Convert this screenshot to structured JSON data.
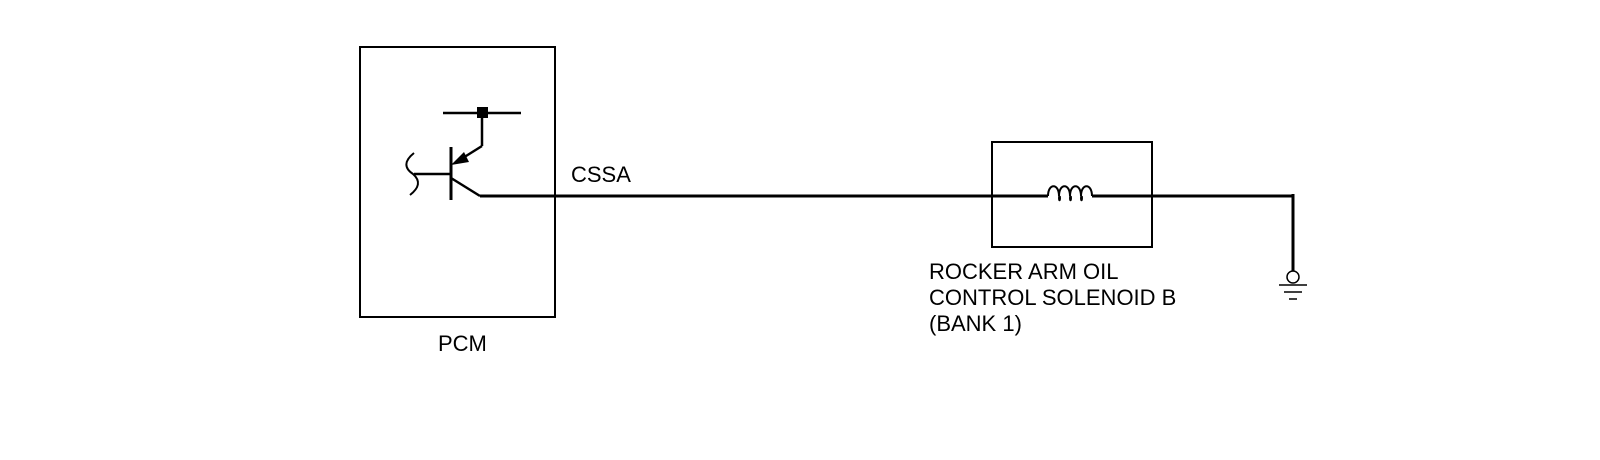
{
  "diagram": {
    "pcm": {
      "label": "PCM"
    },
    "wire": {
      "label": "CSSA"
    },
    "solenoid": {
      "label_lines": [
        "ROCKER ARM OIL",
        "CONTROL SOLENOID B",
        "(BANK 1)"
      ]
    },
    "ground": {
      "icon": "ground-icon"
    },
    "colors": {
      "line": "#000000",
      "background": "#ffffff"
    }
  }
}
